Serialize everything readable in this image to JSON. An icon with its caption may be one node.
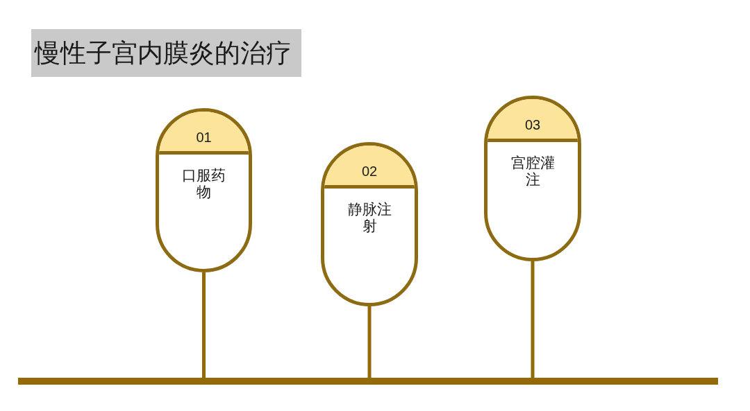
{
  "diagram": {
    "title": "慢性子宫内膜炎的治疗",
    "nodes": [
      {
        "text": [
          "01",
          "口服药物"
        ]
      },
      {
        "text": [
          "02",
          "静脉注射"
        ]
      },
      {
        "text": [
          "03",
          "宫腔灌注"
        ]
      },
      {
        "text": [],
        "shape": "bar"
      }
    ],
    "edges": [
      {
        "from": 0,
        "to": 3,
        "arrow": "none"
      },
      {
        "from": 1,
        "to": 3,
        "arrow": "none"
      },
      {
        "from": 2,
        "to": 3,
        "arrow": "none"
      }
    ]
  }
}
